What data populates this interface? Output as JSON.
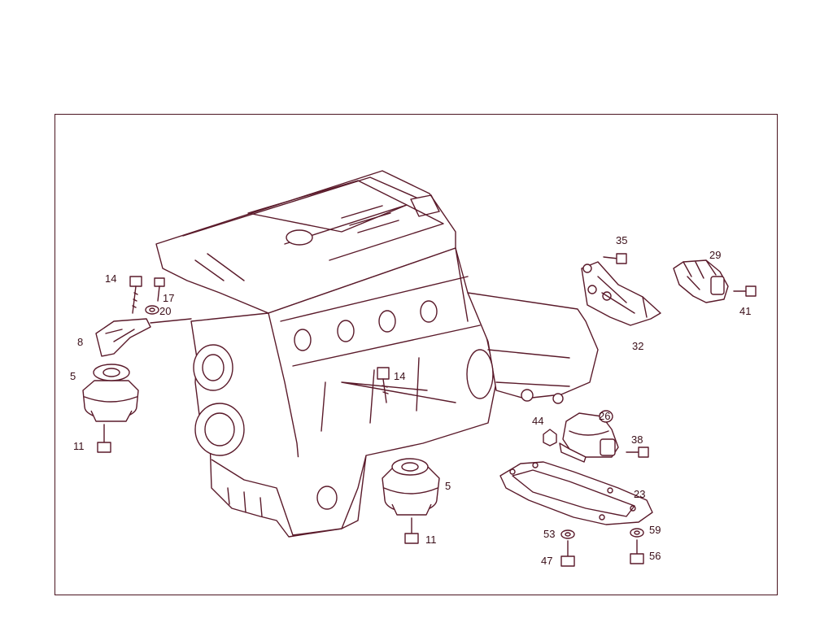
{
  "diagram": {
    "callouts": [
      {
        "id": "c14a",
        "text": "14"
      },
      {
        "id": "c17",
        "text": "17"
      },
      {
        "id": "c20",
        "text": "20"
      },
      {
        "id": "c8",
        "text": "8"
      },
      {
        "id": "c5a",
        "text": "5"
      },
      {
        "id": "c11a",
        "text": "11"
      },
      {
        "id": "c14b",
        "text": "14"
      },
      {
        "id": "c5b",
        "text": "5"
      },
      {
        "id": "c11b",
        "text": "11"
      },
      {
        "id": "c35",
        "text": "35"
      },
      {
        "id": "c29",
        "text": "29"
      },
      {
        "id": "c41",
        "text": "41"
      },
      {
        "id": "c32",
        "text": "32"
      },
      {
        "id": "c26",
        "text": "26"
      },
      {
        "id": "c44",
        "text": "44"
      },
      {
        "id": "c38",
        "text": "38"
      },
      {
        "id": "c23",
        "text": "23"
      },
      {
        "id": "c53",
        "text": "53"
      },
      {
        "id": "c59",
        "text": "59"
      },
      {
        "id": "c47",
        "text": "47"
      },
      {
        "id": "c56",
        "text": "56"
      }
    ]
  }
}
